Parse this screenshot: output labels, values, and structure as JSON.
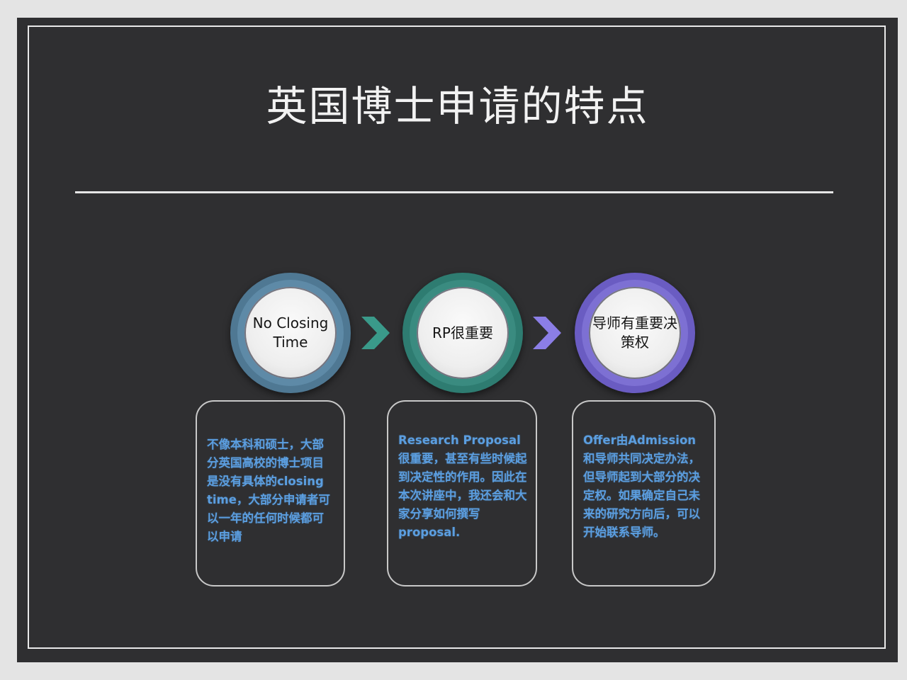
{
  "slide": {
    "title": "英国博士申请的特点",
    "colors": {
      "background": "#2f2f31",
      "page": "#e4e4e4",
      "chalk": "#e9e9e9",
      "step1": "#4f7893",
      "step2": "#2e7c71",
      "step3": "#6a5cc2",
      "body_text": "#5b9ee0"
    },
    "steps": [
      {
        "label": "No Closing Time",
        "description": "不像本科和硕士，大部分英国高校的博士项目是没有具体的closing time，大部分申请者可以一年的任何时候都可以申请"
      },
      {
        "label": "RP很重要",
        "description": "Research Proposal很重要，甚至有些时候起到决定性的作用。因此在本次讲座中，我还会和大家分享如何撰写proposal."
      },
      {
        "label": "导师有重要决策权",
        "description": "Offer由Admission和导师共同决定办法，但导师起到大部分的决定权。如果确定自己未来的研究方向后，可以开始联系导师。"
      }
    ],
    "arrows": [
      {
        "icon": "chevron-right-icon",
        "color": "#3a9a8a"
      },
      {
        "icon": "chevron-right-icon",
        "color": "#8b7ee6"
      }
    ]
  }
}
